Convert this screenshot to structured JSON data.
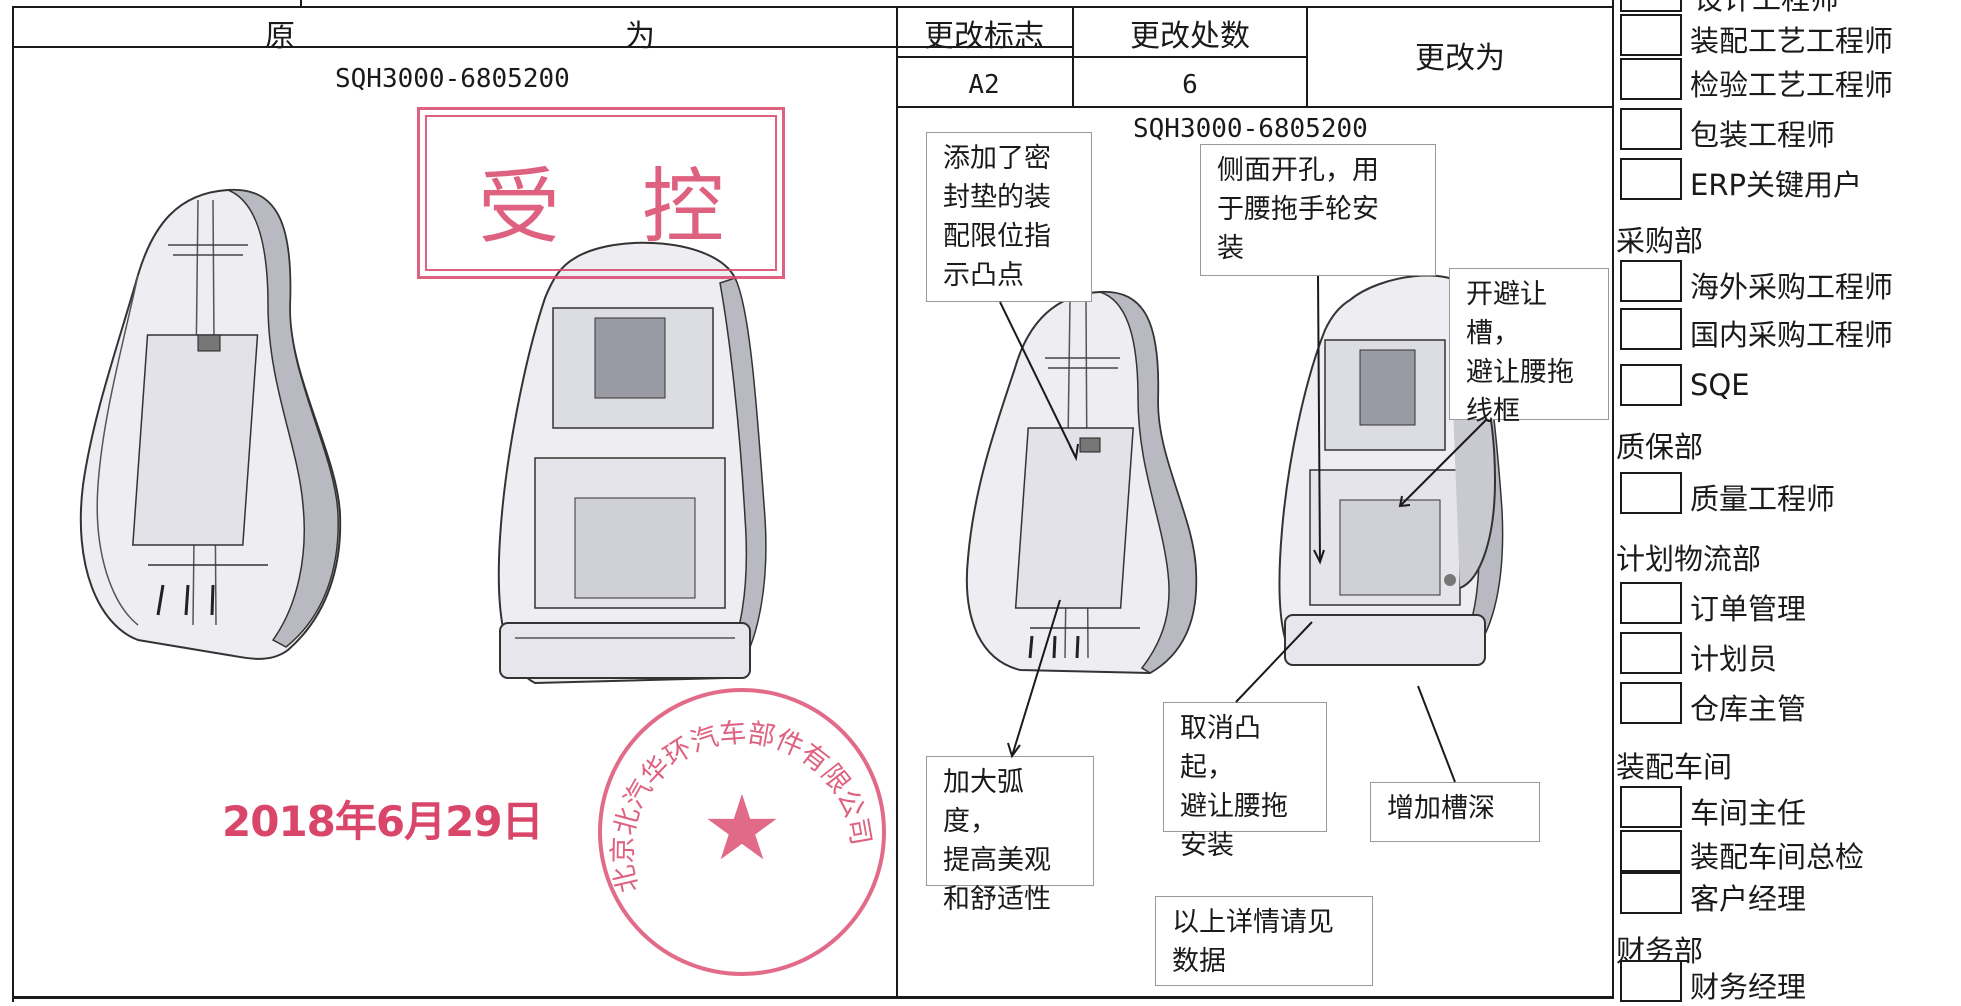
{
  "table": {
    "header_original": "原　　　　　　　　　　　为",
    "header_change_mark": "更改标志",
    "header_change_count": "更改处数",
    "header_change_to": "更改为",
    "change_mark_value": "A2",
    "change_count_value": "6",
    "part_number_left": "SQH3000-6805200",
    "part_number_right": "SQH3000-6805200"
  },
  "stamps": {
    "controlled_stamp_text": "受　控",
    "date_stamp": "2018年6月29日",
    "company_seal_text": "北京北汽华环汽车部件有限公司"
  },
  "callouts": {
    "gasket_indicator": "添加了密\n封垫的装\n配限位指\n示凸点",
    "side_hole": "侧面开孔，用\n于腰拖手轮安\n装",
    "avoid_slot": "开避让槽，\n避让腰拖\n线框",
    "larger_arc": "加大弧度，\n提高美观\n和舒适性",
    "remove_bump": "取消凸起，\n避让腰拖\n安装",
    "deeper_groove": "增加槽深",
    "see_data": "以上详情请见\n数据"
  },
  "sidebar": {
    "top_partial": "设计工程师",
    "items": [
      {
        "type": "check",
        "label": "装配工艺工程师"
      },
      {
        "type": "check",
        "label": "检验工艺工程师"
      },
      {
        "type": "check",
        "label": "包装工程师"
      },
      {
        "type": "check",
        "label": "ERP关键用户"
      },
      {
        "type": "dept",
        "label": "采购部"
      },
      {
        "type": "check",
        "label": "海外采购工程师"
      },
      {
        "type": "check",
        "label": "国内采购工程师"
      },
      {
        "type": "check",
        "label": "SQE"
      },
      {
        "type": "dept",
        "label": "质保部"
      },
      {
        "type": "check",
        "label": "质量工程师"
      },
      {
        "type": "dept",
        "label": "计划物流部"
      },
      {
        "type": "check",
        "label": "订单管理"
      },
      {
        "type": "check",
        "label": "计划员"
      },
      {
        "type": "check",
        "label": "仓库主管"
      },
      {
        "type": "dept",
        "label": "装配车间"
      },
      {
        "type": "check",
        "label": "车间主任"
      },
      {
        "type": "check",
        "label": "装配车间总检"
      },
      {
        "type": "check",
        "label": "客户经理"
      },
      {
        "type": "dept",
        "label": "财务部"
      },
      {
        "type": "check",
        "label": "财务经理"
      }
    ]
  },
  "colors": {
    "stamp_red": "#d9466a",
    "line": "#1a1a1a",
    "seat_shade": "#b9b9c2"
  }
}
